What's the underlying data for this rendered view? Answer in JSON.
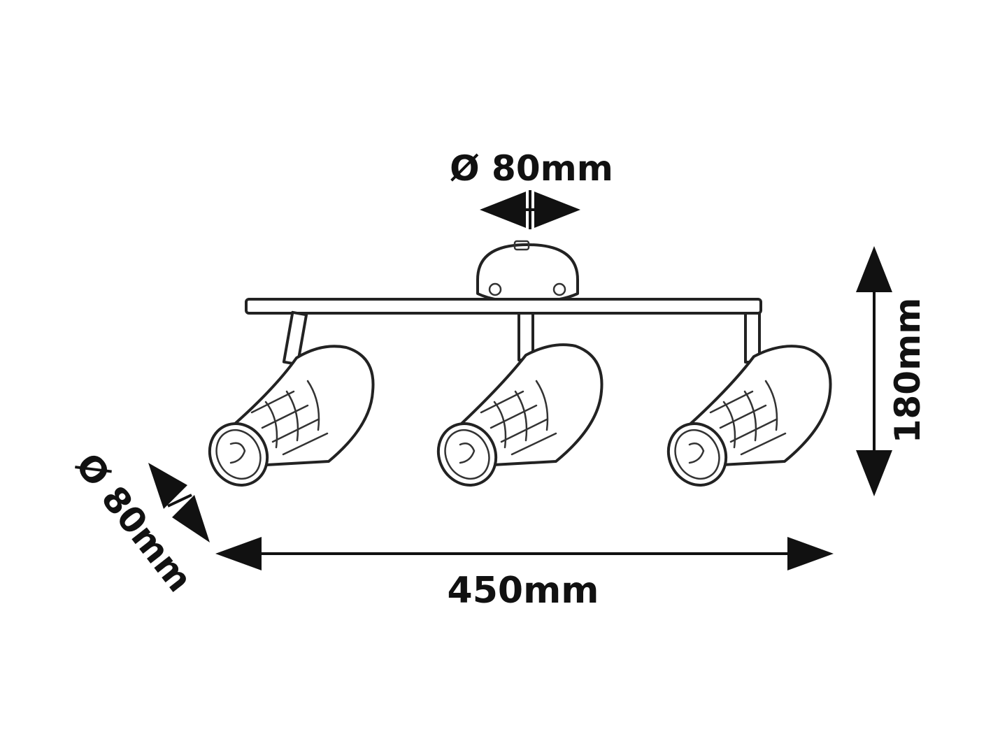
{
  "dimensions": {
    "canopy_diameter": "Ø 80mm",
    "spot_diameter": "Ø 80mm",
    "height": "180mm",
    "length": "450mm"
  },
  "colors": {
    "line": "#222222",
    "background": "#ffffff"
  }
}
